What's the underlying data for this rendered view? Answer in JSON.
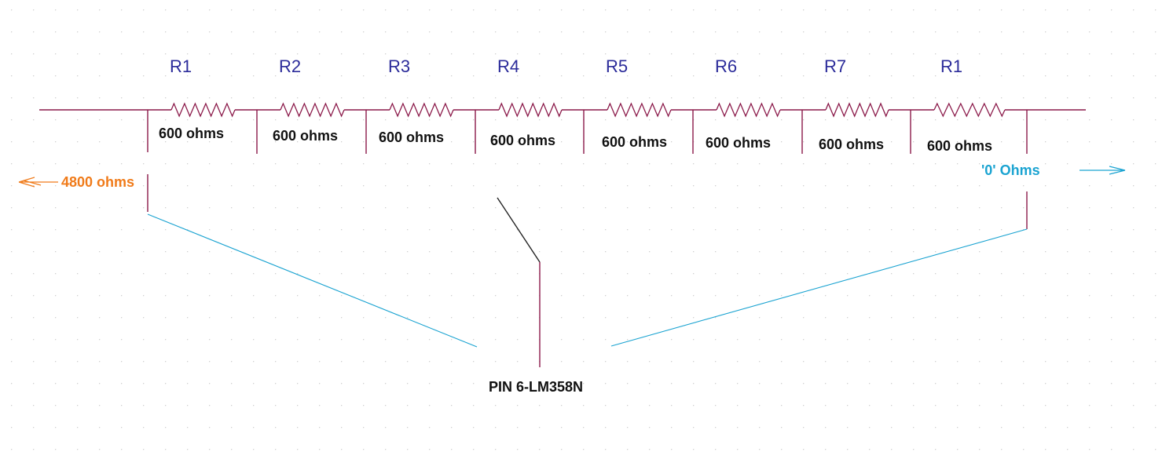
{
  "colors": {
    "wire": "#8b1a4a",
    "resistor": "#8b1a4a",
    "reference": "#2b2b9a",
    "value": "#111111",
    "left_end": "#f07b1a",
    "right_end": "#1aa3d1",
    "wiper": "#222222",
    "grid_dot": "#cfcfcf"
  },
  "resistors": [
    {
      "ref": "R1",
      "value": "600 ohms"
    },
    {
      "ref": "R2",
      "value": "600 ohms"
    },
    {
      "ref": "R3",
      "value": "600 ohms"
    },
    {
      "ref": "R4",
      "value": "600 ohms"
    },
    {
      "ref": "R5",
      "value": "600 ohms"
    },
    {
      "ref": "R6",
      "value": "600 ohms"
    },
    {
      "ref": "R7",
      "value": "600 ohms"
    },
    {
      "ref": "R1",
      "value": "600 ohms"
    }
  ],
  "left_end": {
    "label": "4800 ohms",
    "arrow_icon": "arrow-left-icon"
  },
  "right_end": {
    "label": "'0' Ohms",
    "arrow_icon": "arrow-right-icon"
  },
  "output": {
    "label": "PIN 6-LM358N"
  }
}
